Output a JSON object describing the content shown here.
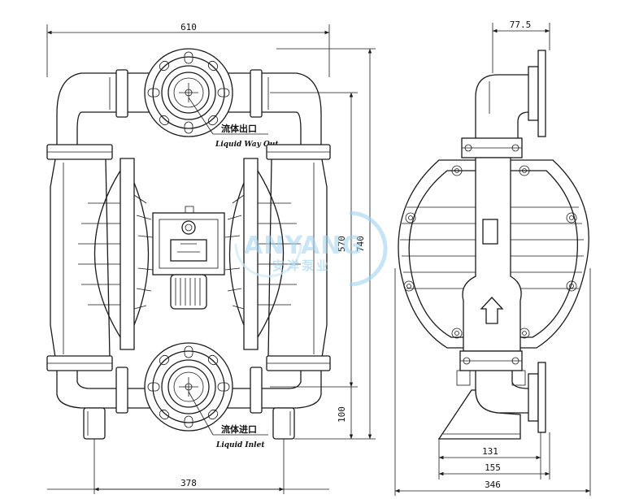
{
  "dimensions": {
    "front_overall_width": "610",
    "front_base_width": "378",
    "height_inlet": "100",
    "height_ports": "570",
    "height_overall": "740",
    "side_offset_top": "77.5",
    "side_base_131": "131",
    "side_base_155": "155",
    "side_overall_depth": "346"
  },
  "callouts": {
    "outlet_cn": "流体出口",
    "outlet_en": "Liquid Way Out",
    "inlet_cn": "流体进口",
    "inlet_en": "Liquid Inlet"
  },
  "watermark": {
    "brand_text": "ANYANG",
    "brand_cn": "安洋泵业"
  }
}
